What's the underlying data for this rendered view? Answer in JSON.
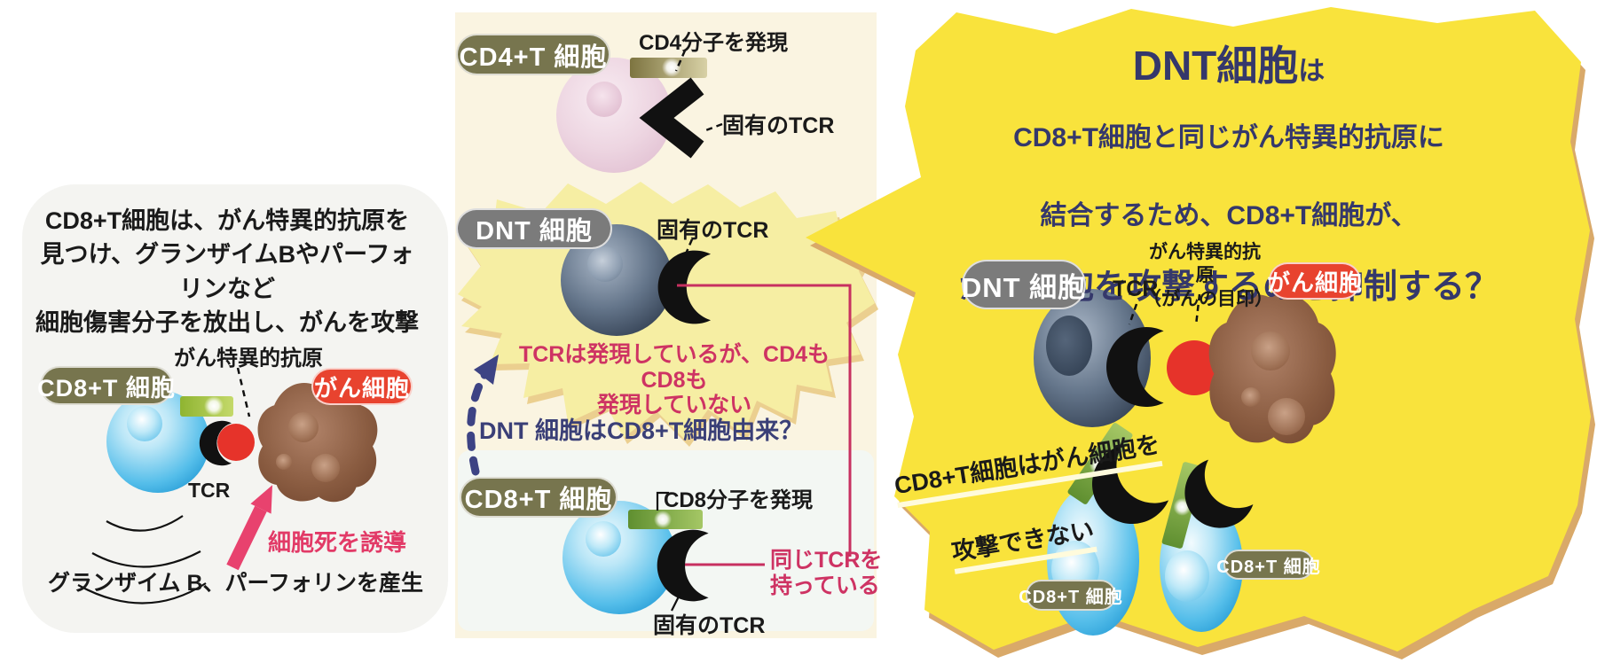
{
  "colors": {
    "left_panel_bg": "#F4F4F1",
    "middle_panel_bg": "#FAF4E1",
    "middle_subpanel_bg": "#F3F7F3",
    "burst_yellow": "#F6EEA3",
    "bubble_yellow": "#F9E33C",
    "badge_olive": "#77754E",
    "badge_gray": "#7B7B7B",
    "badge_red": "#E8432F",
    "navy_text": "#35386B",
    "pink_text": "#CE3363",
    "crimson_arrow": "#E8426E",
    "cell_blue": "#2AA7E0",
    "cell_pink": "#ECD2DE",
    "cell_dark_slate": "#46556A",
    "cell_brown": "#8A5C41",
    "antigen_red": "#E6332A",
    "molecule_green": "#7FA83C",
    "molecule_gold": "#9C9257"
  },
  "left_panel": {
    "description": "CD8+T細胞は、がん特異的抗原を\n見つけ、グランザイムBやパーフォリンなど\n細胞傷害分子を放出し、がんを攻撃",
    "antigen_label": "がん特異的抗原",
    "cd8_badge": "CD8+T 細胞",
    "cancer_badge": "がん細胞",
    "tcr_label": "TCR",
    "induce_death_label": "細胞死を誘導",
    "granzyme_label": "グランザイム B、パーフォリンを産生"
  },
  "middle_panel": {
    "cd4_badge": "CD4+T 細胞",
    "cd4_molecule_label": "CD4分子を発現",
    "cd4_tcr_label": "固有のTCR",
    "dnt_badge": "DNT 細胞",
    "dnt_tcr_label": "固有のTCR",
    "dnt_note": "TCRは発現しているが、CD4もCD8も\n発現していない",
    "origin_question": "DNT 細胞はCD8+T細胞由来？",
    "cd8_badge": "CD8+T 細胞",
    "cd8_molecule_label": "CD8分子を発現",
    "cd8_tcr_label": "固有のTCR",
    "same_tcr_label": "同じTCRを\n持っている"
  },
  "right_panel": {
    "title_line1_big": "DNT細胞",
    "title_line1_small": "は",
    "title_line2": "CD8+T細胞と同じがん特異的抗原に",
    "title_line3": "結合するため、CD8+T細胞が、",
    "title_line4": "がん細胞を攻撃するのを抑制する？",
    "dnt_badge": "DNT 細胞",
    "tcr_label": "TCR",
    "antigen_label": "がん特異的抗原\n（がんの目印）",
    "cancer_badge": "がん細胞",
    "cannot_attack_line1": "CD8+T細胞はがん細胞を",
    "cannot_attack_line2": "攻撃できない",
    "cd8_badge_left": "CD8+T 細胞",
    "cd8_badge_right": "CD8+T 細胞"
  }
}
